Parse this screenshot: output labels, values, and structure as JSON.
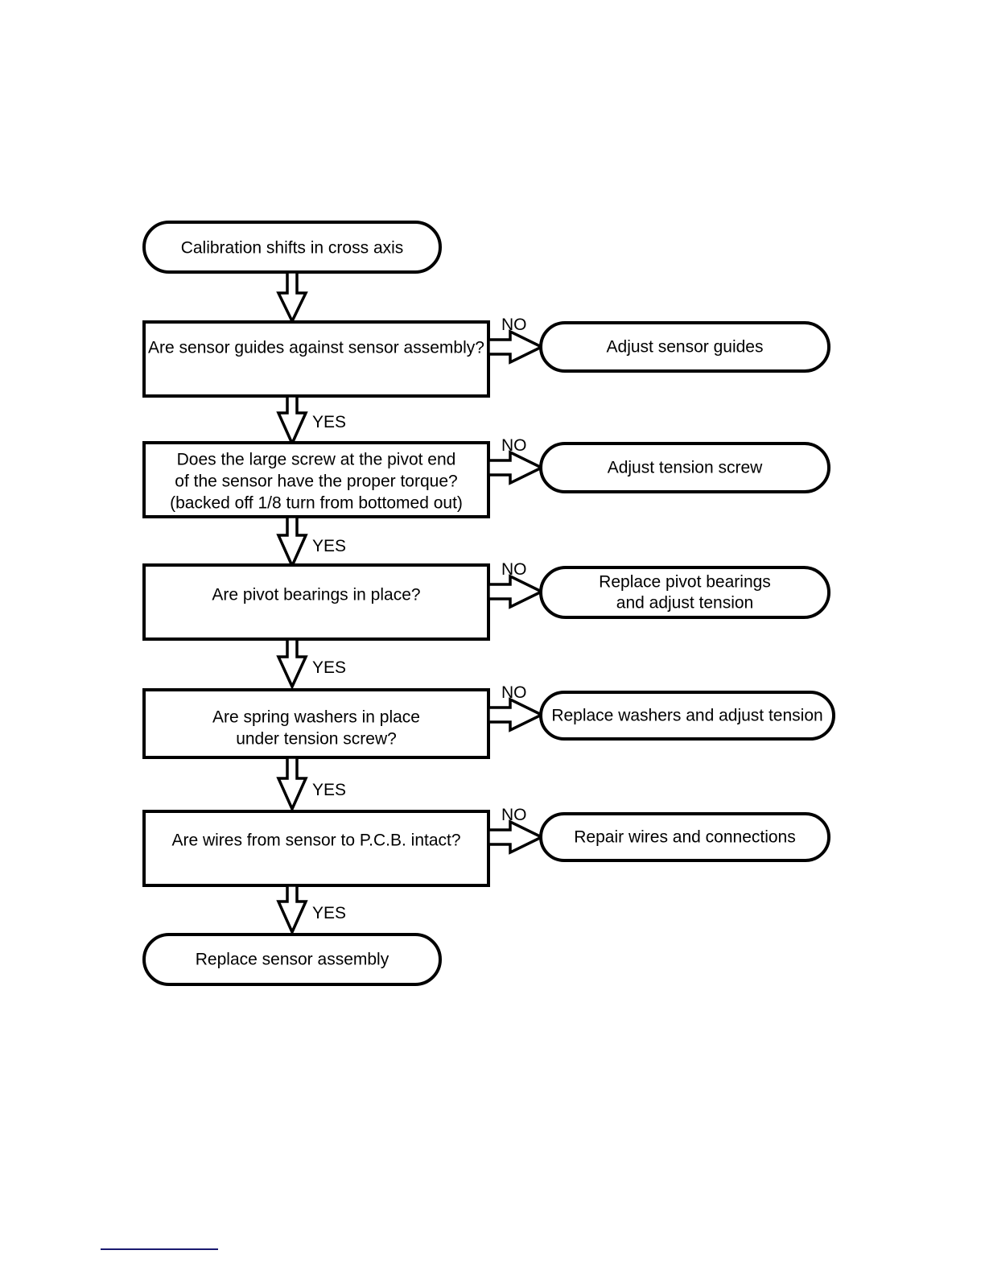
{
  "document": {
    "title": "Calibration shifts in cross axis troubleshooting flowchart",
    "background_color": "#ffffff",
    "line_color": "#000000",
    "footer_rule_color": "#191970"
  },
  "chart_data": {
    "type": "diagram",
    "subtype": "flowchart",
    "title": "Calibration shifts in cross axis",
    "orientation": "top-to-bottom",
    "nodes": [
      {
        "id": "start",
        "shape": "terminator",
        "text": [
          "Calibration shifts in cross axis"
        ]
      },
      {
        "id": "q1",
        "shape": "process",
        "text": [
          "Are sensor guides against sensor assembly?"
        ]
      },
      {
        "id": "a1",
        "shape": "terminator",
        "text": [
          "Adjust sensor guides"
        ]
      },
      {
        "id": "q2",
        "shape": "process",
        "text": [
          "Does the large screw at the pivot end",
          "of the sensor have the proper torque?",
          "(backed off 1/8 turn from bottomed out)"
        ]
      },
      {
        "id": "a2",
        "shape": "terminator",
        "text": [
          "Adjust tension screw"
        ]
      },
      {
        "id": "q3",
        "shape": "process",
        "text": [
          "Are pivot bearings in place?"
        ]
      },
      {
        "id": "a3",
        "shape": "terminator",
        "text": [
          "Replace pivot bearings",
          "and adjust tension"
        ]
      },
      {
        "id": "q4",
        "shape": "process",
        "text": [
          "Are spring washers in place",
          "under tension screw?"
        ]
      },
      {
        "id": "a4",
        "shape": "terminator",
        "text": [
          "Replace washers and adjust tension"
        ]
      },
      {
        "id": "q5",
        "shape": "process",
        "text": [
          "Are wires from sensor to P.C.B. intact?"
        ]
      },
      {
        "id": "a5",
        "shape": "terminator",
        "text": [
          "Repair wires and connections"
        ]
      },
      {
        "id": "end",
        "shape": "terminator",
        "text": [
          "Replace sensor assembly"
        ]
      }
    ],
    "edges": [
      {
        "from": "start",
        "to": "q1",
        "label": "",
        "direction": "down"
      },
      {
        "from": "q1",
        "to": "a1",
        "label": "NO",
        "direction": "right"
      },
      {
        "from": "q1",
        "to": "q2",
        "label": "YES",
        "direction": "down"
      },
      {
        "from": "q2",
        "to": "a2",
        "label": "NO",
        "direction": "right"
      },
      {
        "from": "q2",
        "to": "q3",
        "label": "YES",
        "direction": "down"
      },
      {
        "from": "q3",
        "to": "a3",
        "label": "NO",
        "direction": "right"
      },
      {
        "from": "q3",
        "to": "q4",
        "label": "YES",
        "direction": "down"
      },
      {
        "from": "q4",
        "to": "a4",
        "label": "NO",
        "direction": "right"
      },
      {
        "from": "q4",
        "to": "q5",
        "label": "YES",
        "direction": "down"
      },
      {
        "from": "q5",
        "to": "a5",
        "label": "NO",
        "direction": "right"
      },
      {
        "from": "q5",
        "to": "end",
        "label": "YES",
        "direction": "down"
      }
    ]
  },
  "nodes": {
    "start": {
      "line1": "Calibration shifts in cross axis"
    },
    "q1": {
      "line1": "Are sensor guides against sensor assembly?"
    },
    "a1": {
      "line1": "Adjust sensor guides"
    },
    "q2": {
      "line1": "Does the large screw at the pivot end",
      "line2": "of the sensor have the proper torque?",
      "line3": "(backed off 1/8 turn from bottomed out)"
    },
    "a2": {
      "line1": "Adjust tension screw"
    },
    "q3": {
      "line1": "Are pivot bearings in place?"
    },
    "a3": {
      "line1": "Replace pivot bearings",
      "line2": "and adjust tension"
    },
    "q4": {
      "line1": "Are spring washers in place",
      "line2": "under tension screw?"
    },
    "a4": {
      "line1": "Replace washers and adjust tension"
    },
    "q5": {
      "line1": "Are wires from sensor to P.C.B. intact?"
    },
    "a5": {
      "line1": "Repair wires and connections"
    },
    "end": {
      "line1": "Replace sensor assembly"
    }
  },
  "labels": {
    "no1": "NO",
    "no2": "NO",
    "no3": "NO",
    "no4": "NO",
    "no5": "NO",
    "yes1": "YES",
    "yes2": "YES",
    "yes3": "YES",
    "yes4": "YES",
    "yes5": "YES"
  }
}
